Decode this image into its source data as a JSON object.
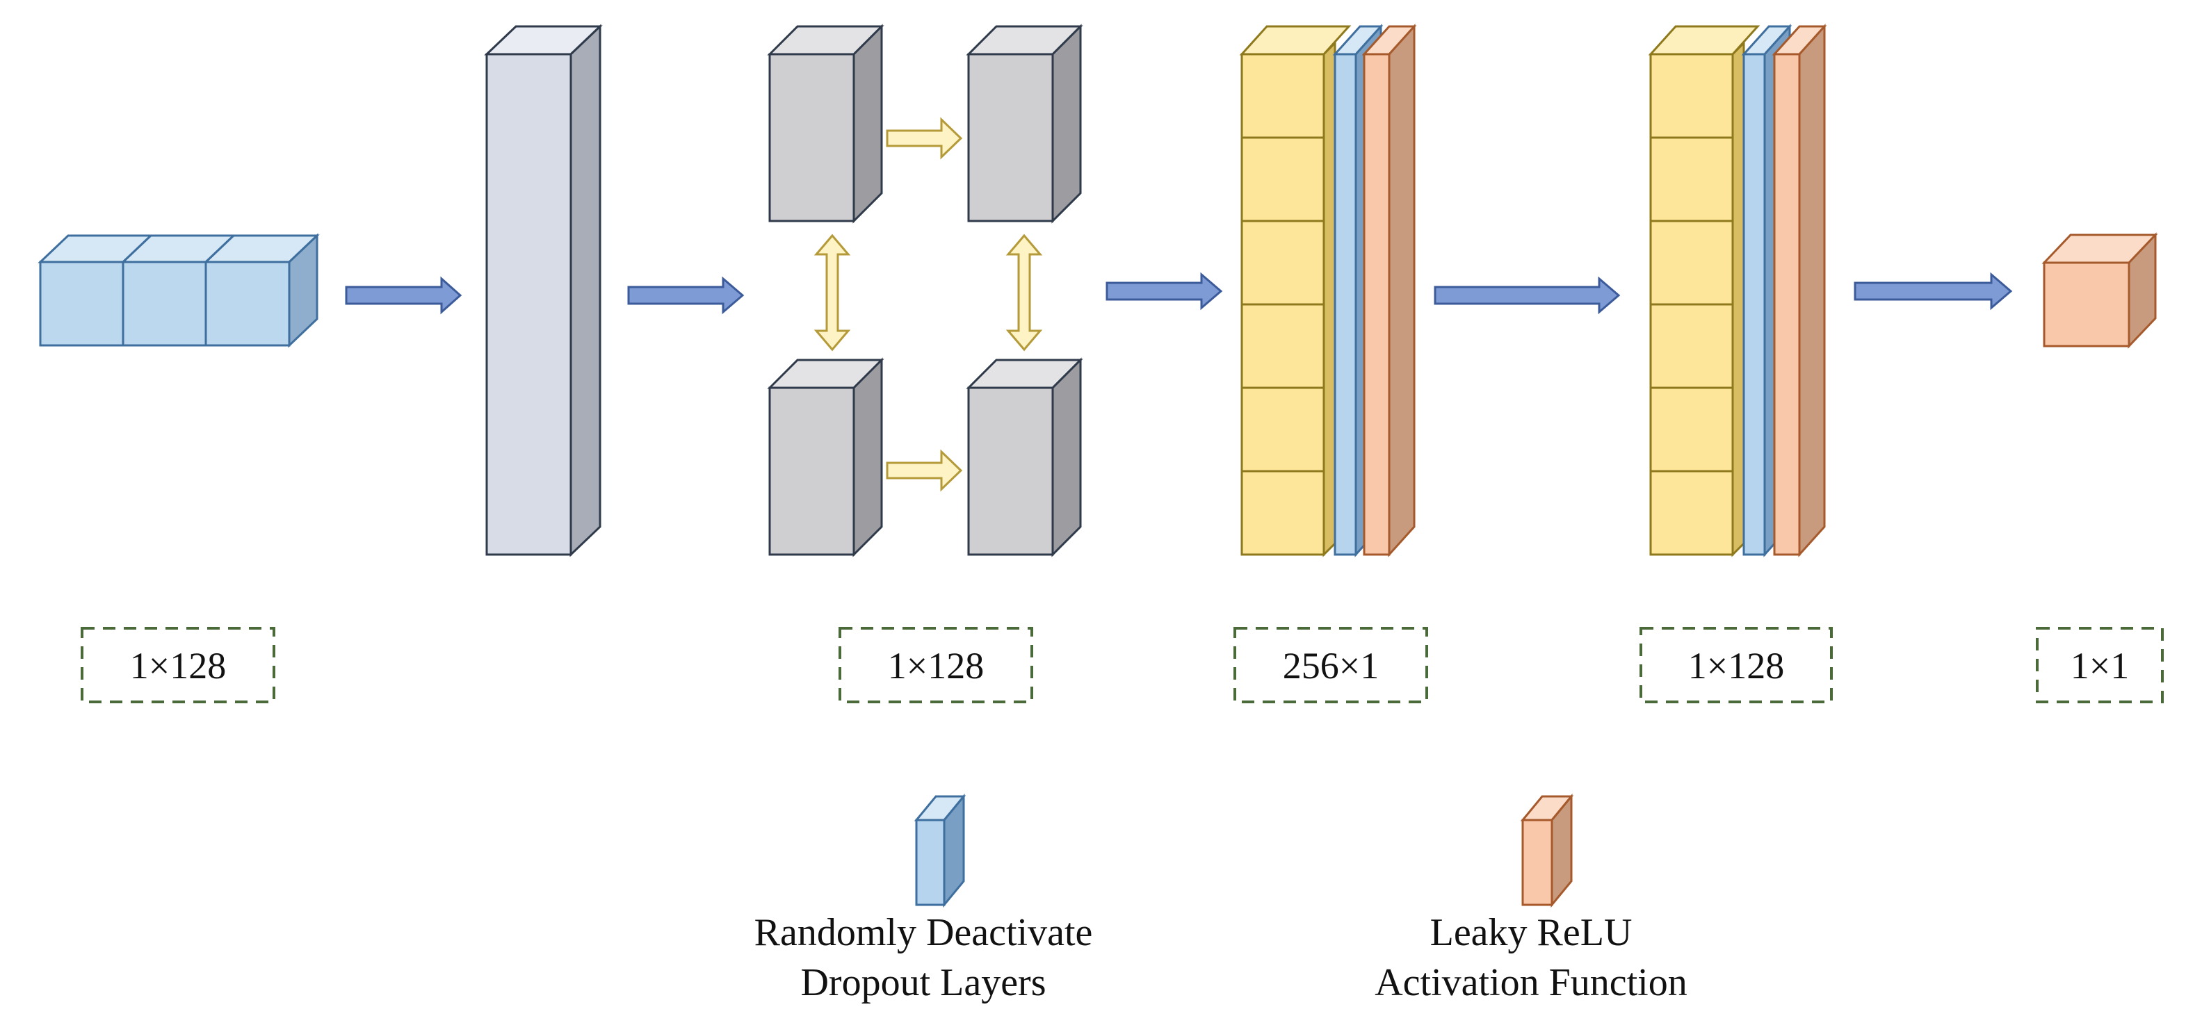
{
  "colors": {
    "input_blue_front": "#bcd8ee",
    "input_blue_top": "#d6e8f6",
    "input_blue_side": "#8faecd",
    "input_blue_stroke": "#3e6f9e",
    "dense_front": "#d7dce6",
    "dense_top": "#e9ecf2",
    "dense_side": "#a8adb8",
    "gray_front": "#cfcfd2",
    "gray_top": "#e3e3e5",
    "gray_side": "#9d9da1",
    "box_stroke": "#2f3a4a",
    "yellow_front": "#fde59a",
    "yellow_top": "#fdf0bd",
    "yellow_side": "#d9bd63",
    "yellow_stroke": "#8e7a1c",
    "dropout_front": "#b7d4ef",
    "dropout_side": "#7a9fc4",
    "leaky_front": "#f9c8aa",
    "leaky_side": "#c89a7e",
    "leaky_stroke": "#a65a2c",
    "arrow_blue": "#7f9bd6",
    "arrow_blue_stroke": "#3c5b9a",
    "arrow_yellow": "#fdf3c4",
    "arrow_yellow_stroke": "#b59a3a",
    "dash_green": "#4a6a3a"
  },
  "dimension_labels": {
    "input": "1×128",
    "block": "1×128",
    "layer1": "256×1",
    "layer2": "1×128",
    "output": "1×1"
  },
  "legend": {
    "dropout_line1": "Randomly Deactivate",
    "dropout_line2": "Dropout Layers",
    "leaky_line1": "Leaky ReLU",
    "leaky_line2": "Activation Function"
  }
}
